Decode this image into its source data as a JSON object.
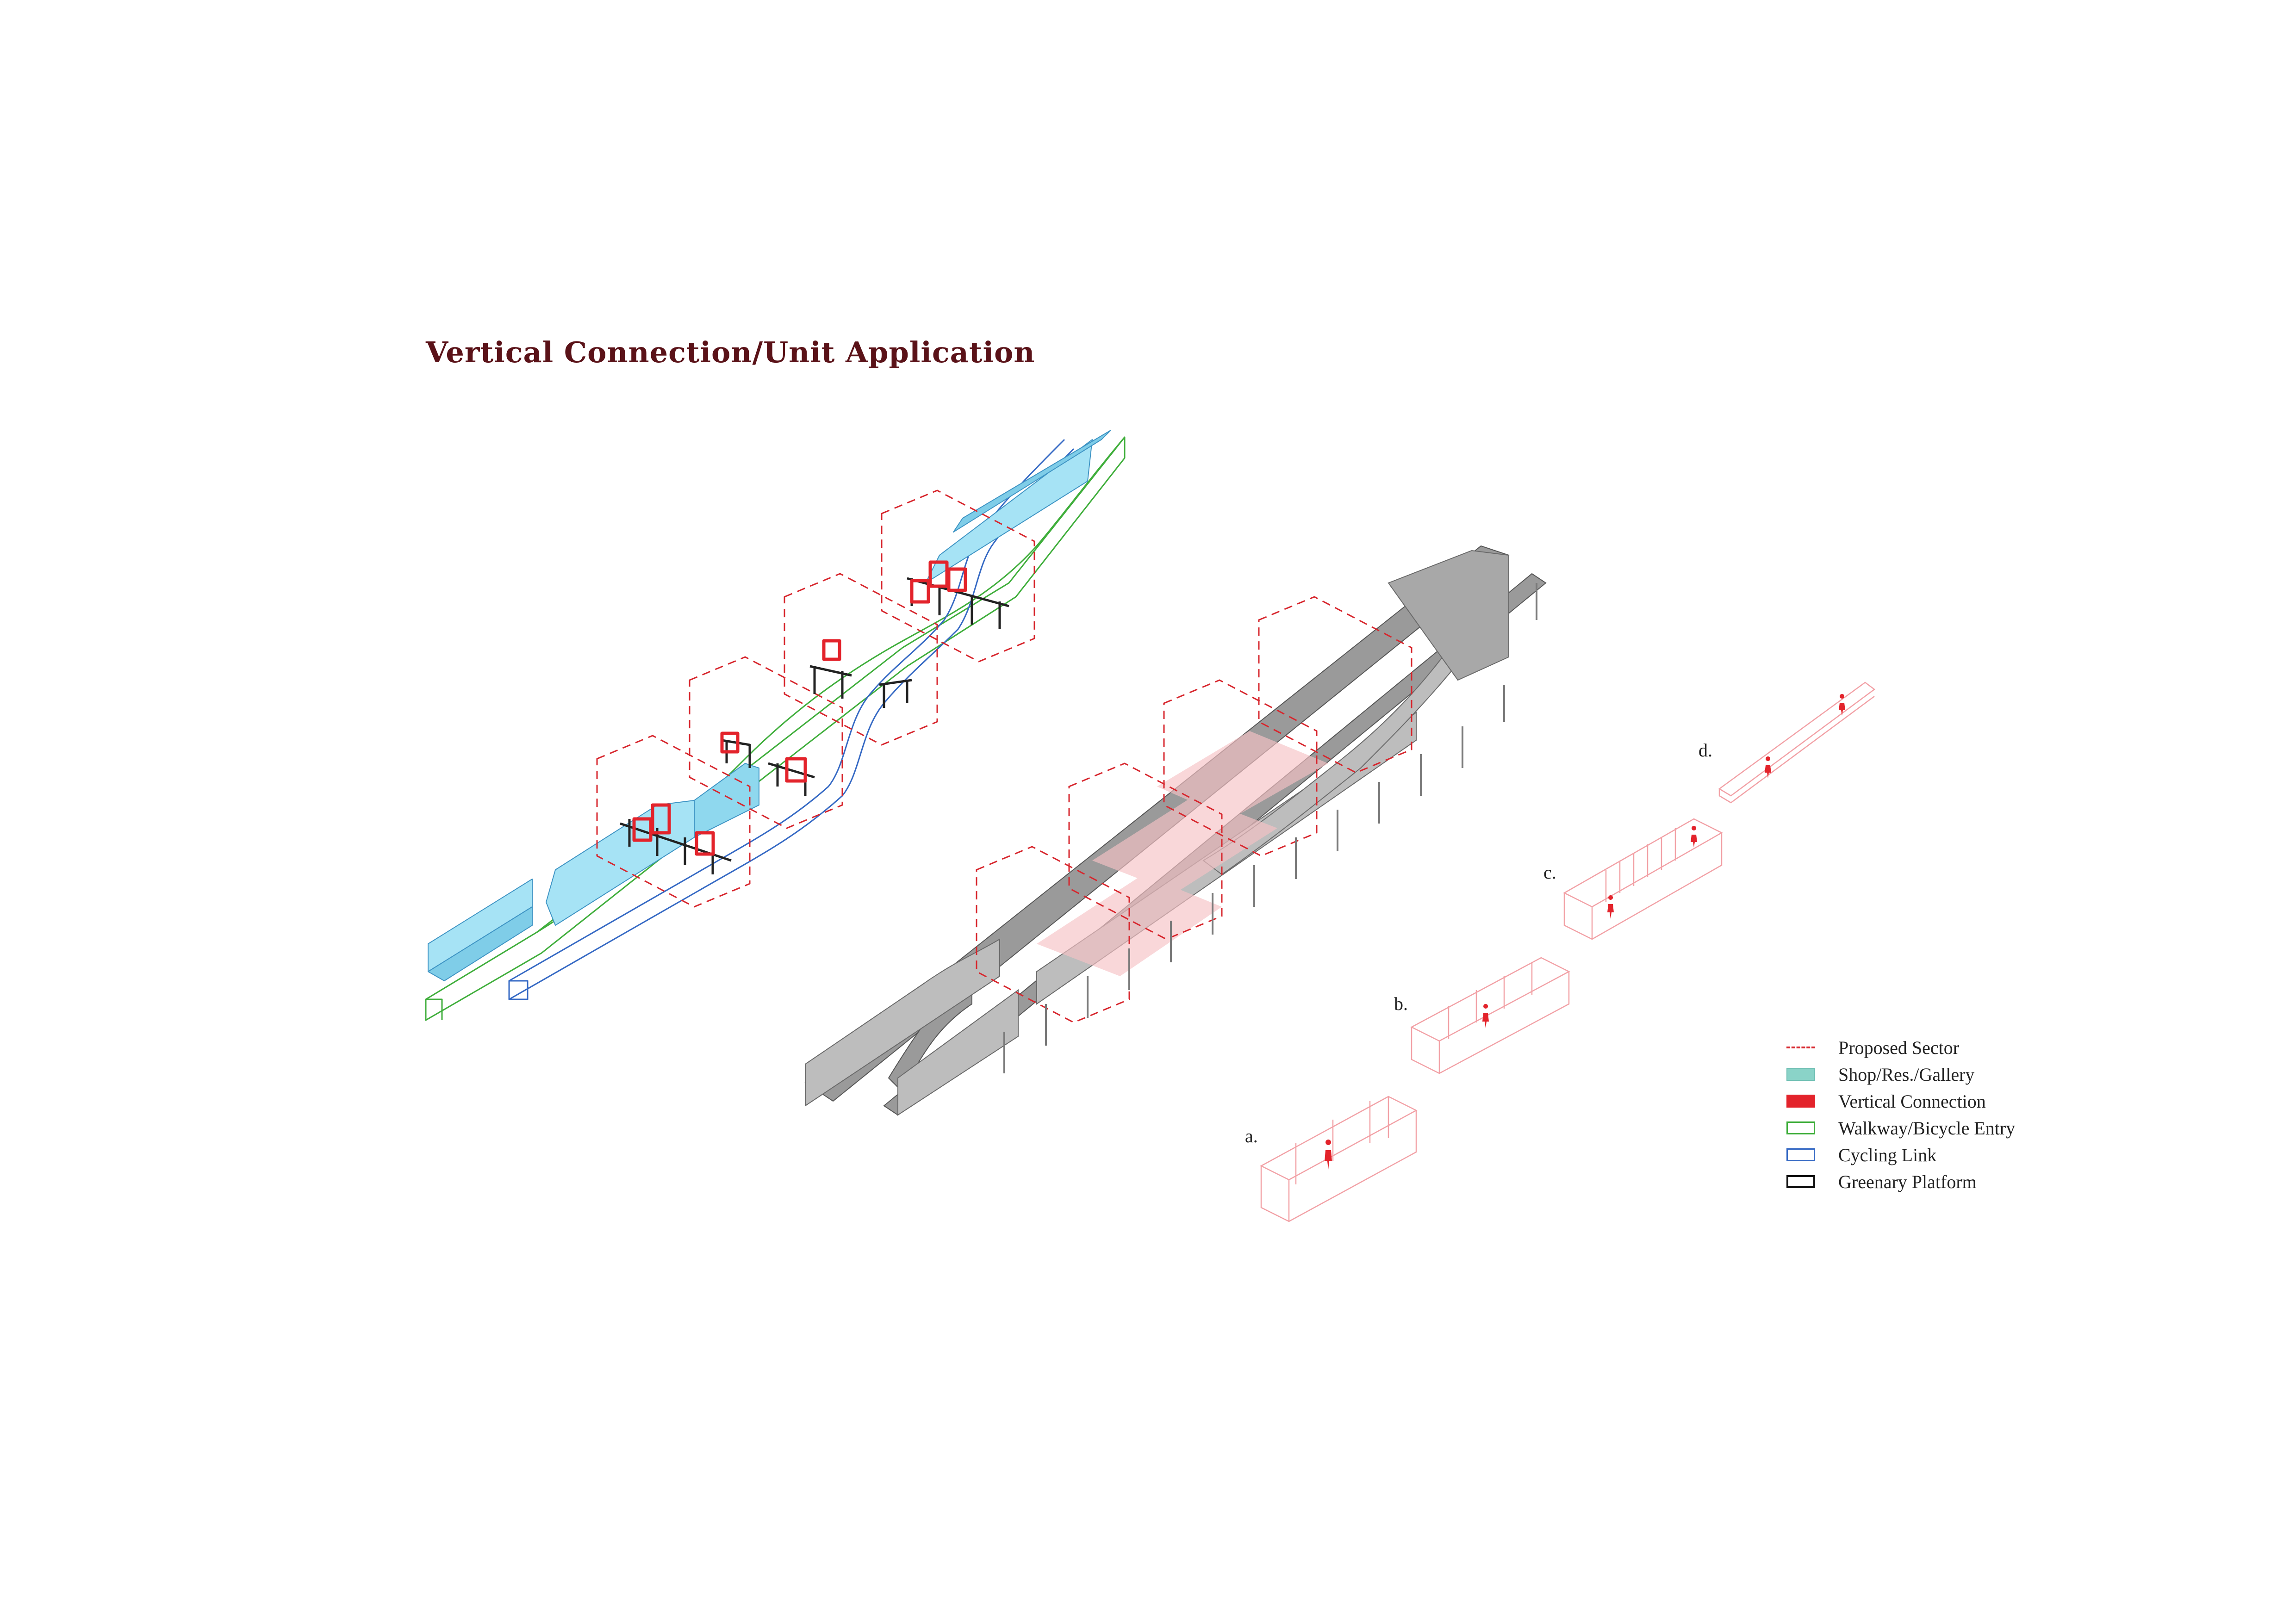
{
  "title": "Vertical Connection/Unit Application",
  "colors": {
    "title": "#5a1218",
    "sector": "#d7262d",
    "shop": "#a6e3f5",
    "shop_edge": "#3e94c4",
    "vertical": "#e3232b",
    "walkway": "#3fae3b",
    "cycling": "#3569c4",
    "greenery": "#222222",
    "unit_line": "#f2a1a6",
    "massing": "#8a8a8a"
  },
  "units": [
    {
      "label": "a."
    },
    {
      "label": "b."
    },
    {
      "label": "c."
    },
    {
      "label": "d."
    }
  ],
  "legend": [
    {
      "label": "Proposed Sector",
      "style": "dashed",
      "color": "#d7262d"
    },
    {
      "label": "Shop/Res./Gallery",
      "style": "fill",
      "color": "#8ad3c8"
    },
    {
      "label": "Vertical Connection",
      "style": "fill",
      "color": "#e3232b"
    },
    {
      "label": "Walkway/Bicycle Entry",
      "style": "outline",
      "color": "#3fae3b"
    },
    {
      "label": "Cycling Link",
      "style": "outline",
      "color": "#3569c4"
    },
    {
      "label": "Greenary Platform",
      "style": "outline",
      "color": "#111111"
    }
  ]
}
